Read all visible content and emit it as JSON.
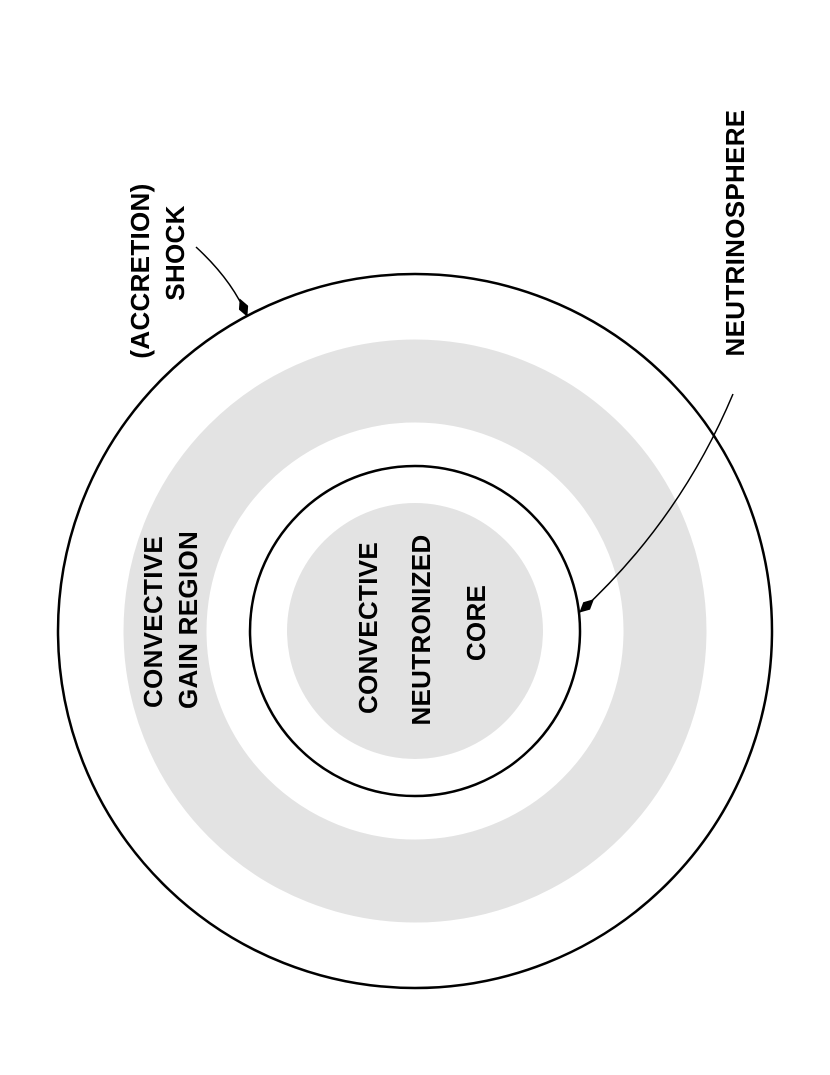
{
  "diagram": {
    "colors": {
      "background": "#ffffff",
      "shaded_region": "#e3e3e3",
      "stroke": "#000000"
    },
    "regions": {
      "accretion_shock": {
        "label_line1": "(ACCRETION)",
        "label_line2": "SHOCK"
      },
      "gain_region": {
        "label_line1": "CONVECTIVE",
        "label_line2": "GAIN REGION"
      },
      "neutrinosphere": {
        "label": "NEUTRINOSPHERE"
      },
      "core": {
        "label_line1": "CONVECTIVE",
        "label_line2": "NEUTRONIZED",
        "label_line3": "CORE"
      }
    }
  }
}
